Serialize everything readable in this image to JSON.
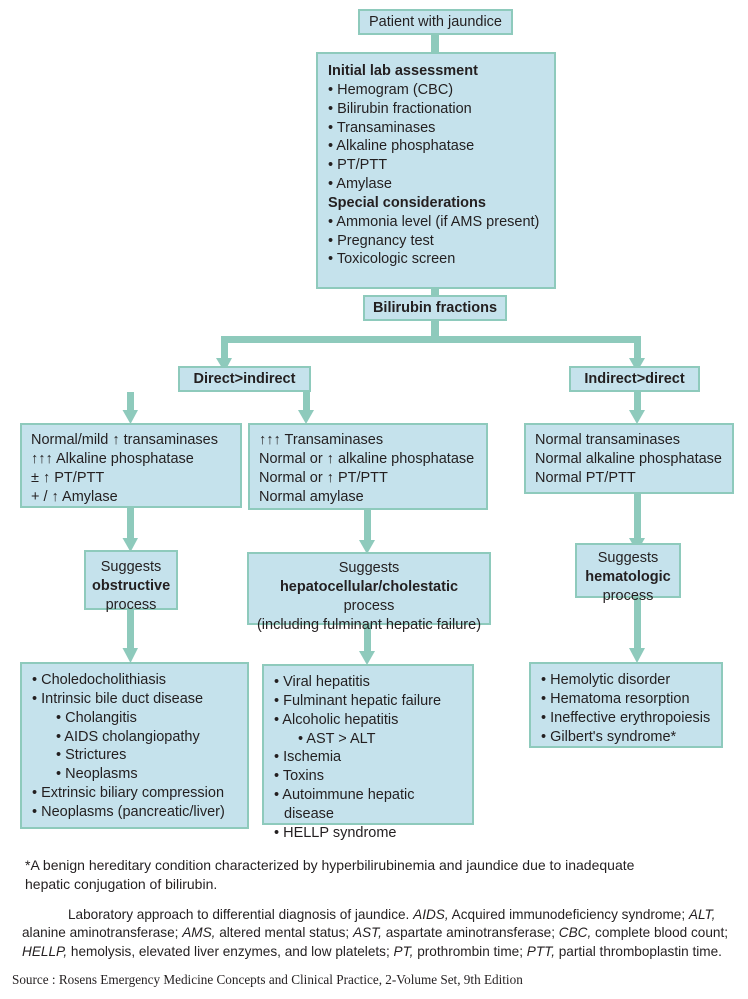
{
  "figure": {
    "colors": {
      "box_fill": "#c5e2ec",
      "box_border": "#8ecabc",
      "connector": "#8ecabc",
      "text": "#231f20",
      "page_background": "#ffffff"
    }
  },
  "nodes": {
    "patient": {
      "label": "Patient with jaundice"
    },
    "initial_lab": {
      "heading1": "Initial lab assessment",
      "items1": [
        "• Hemogram (CBC)",
        "• Bilirubin fractionation",
        "• Transaminases",
        "• Alkaline phosphatase",
        "• PT/PTT",
        "• Amylase"
      ],
      "heading2": "Special considerations",
      "items2": [
        "• Ammonia level (if AMS present)",
        "• Pregnancy test",
        "• Toxicologic screen"
      ]
    },
    "bilirubin_fractions": {
      "label": "Bilirubin fractions"
    },
    "direct_gt_indirect": {
      "label": "Direct>indirect"
    },
    "indirect_gt_direct": {
      "label": "Indirect>direct"
    },
    "labs_obstructive": {
      "lines": [
        "Normal/mild ↑ transaminases",
        "↑↑↑ Alkaline phosphatase",
        "± ↑ PT/PTT",
        "+ / ↑ Amylase"
      ]
    },
    "labs_hepatocellular": {
      "lines": [
        "↑↑↑ Transaminases",
        "Normal or ↑ alkaline phosphatase",
        "Normal or ↑ PT/PTT",
        "Normal amylase"
      ]
    },
    "labs_hematologic": {
      "lines": [
        "Normal transaminases",
        "Normal alkaline phosphatase",
        "Normal PT/PTT"
      ]
    },
    "suggests_obstructive": {
      "line1": "Suggests",
      "line2": "obstructive",
      "line3": "process"
    },
    "suggests_hepatocellular": {
      "line1": "Suggests",
      "line2": "hepatocellular/cholestatic",
      "line3": "process",
      "line4": "(including fulminant hepatic failure)"
    },
    "suggests_hematologic": {
      "line1": "Suggests",
      "line2": "hematologic",
      "line3": "process"
    },
    "dx_obstructive": {
      "items": [
        {
          "text": "• Choledocholithiasis",
          "level": 1
        },
        {
          "text": "• Intrinsic bile duct disease",
          "level": 1
        },
        {
          "text": "• Cholangitis",
          "level": 2
        },
        {
          "text": "• AIDS cholangiopathy",
          "level": 2
        },
        {
          "text": "• Strictures",
          "level": 2
        },
        {
          "text": "• Neoplasms",
          "level": 2
        },
        {
          "text": "• Extrinsic biliary compression",
          "level": 1
        },
        {
          "text": "• Neoplasms (pancreatic/liver)",
          "level": 1
        }
      ]
    },
    "dx_hepatocellular": {
      "items": [
        {
          "text": "• Viral hepatitis",
          "level": 1
        },
        {
          "text": "• Fulminant hepatic failure",
          "level": 1
        },
        {
          "text": "• Alcoholic hepatitis",
          "level": 1
        },
        {
          "text": "• AST > ALT",
          "level": 2
        },
        {
          "text": "• Ischemia",
          "level": 1
        },
        {
          "text": "• Toxins",
          "level": 1
        },
        {
          "text": "• Autoimmune hepatic disease",
          "level": 1
        },
        {
          "text": "• HELLP syndrome",
          "level": 1
        }
      ]
    },
    "dx_hematologic": {
      "items": [
        {
          "text": "• Hemolytic disorder",
          "level": 1
        },
        {
          "text": "• Hematoma resorption",
          "level": 1
        },
        {
          "text": "• Ineffective erythropoiesis",
          "level": 1
        },
        {
          "text": "• Gilbert's syndrome*",
          "level": 1
        }
      ]
    }
  },
  "footnote": {
    "line1": "*A benign hereditary condition characterized by hyperbilirubinemia and jaundice due to inadequate",
    "line2": "hepatic conjugation of bilirubin."
  },
  "caption": {
    "intro": "Laboratory approach to differential diagnosis of jaundice.",
    "abbreviations": [
      {
        "term": "AIDS,",
        "definition": " Acquired immunodeficiency syndrome;"
      },
      {
        "term": "ALT,",
        "definition": " alanine aminotransferase;"
      },
      {
        "term": "AMS,",
        "definition": " altered mental status;"
      },
      {
        "term": "AST,",
        "definition": " aspartate aminotransferase;"
      },
      {
        "term": "CBC,",
        "definition": " complete blood count;"
      },
      {
        "term": "HELLP,",
        "definition": " hemolysis, elevated liver enzymes, and low platelets;"
      },
      {
        "term": "PT,",
        "definition": " prothrombin time;"
      },
      {
        "term": "PTT,",
        "definition": " partial thromboplastin time."
      }
    ]
  },
  "source": {
    "text": "Source : Rosens Emergency Medicine Concepts and Clinical Practice, 2-Volume Set, 9th Edition"
  }
}
